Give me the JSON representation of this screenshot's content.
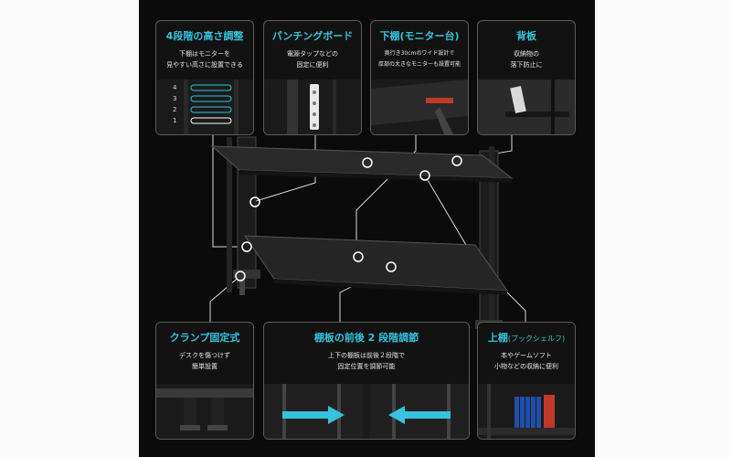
{
  "colors": {
    "accent": "#35c3dd",
    "background": "#0b0b0b",
    "card_border": "#5a5a5a"
  },
  "top_cards": [
    {
      "title": "4段階の高さ調整",
      "desc": [
        "下棚はモニターを",
        "見やすい高さに設置できる"
      ],
      "levels": [
        "4",
        "3",
        "2",
        "1"
      ]
    },
    {
      "title": "パンチングボード",
      "desc": [
        "電源タップなどの",
        "固定に便利"
      ]
    },
    {
      "title": "下棚(モニター台)",
      "desc": [
        "奥行き30cmのワイド設計で",
        "厚部の大きなモニターも設置可能"
      ]
    },
    {
      "title": "背板",
      "desc": [
        "収納物の",
        "落下防止に"
      ]
    }
  ],
  "bottom_cards": [
    {
      "title": "クランプ固定式",
      "desc": [
        "デスクを傷つけず",
        "簡単設置"
      ]
    },
    {
      "title": "棚板の前後 2 段階調節",
      "desc": [
        "上下の棚板は前後２段階で",
        "固定位置を調節可能"
      ]
    },
    {
      "title": "上棚",
      "subtitle": "(ブックシェルフ)",
      "desc": [
        "本やゲームソフト",
        "小物などの収納に便利"
      ]
    }
  ]
}
